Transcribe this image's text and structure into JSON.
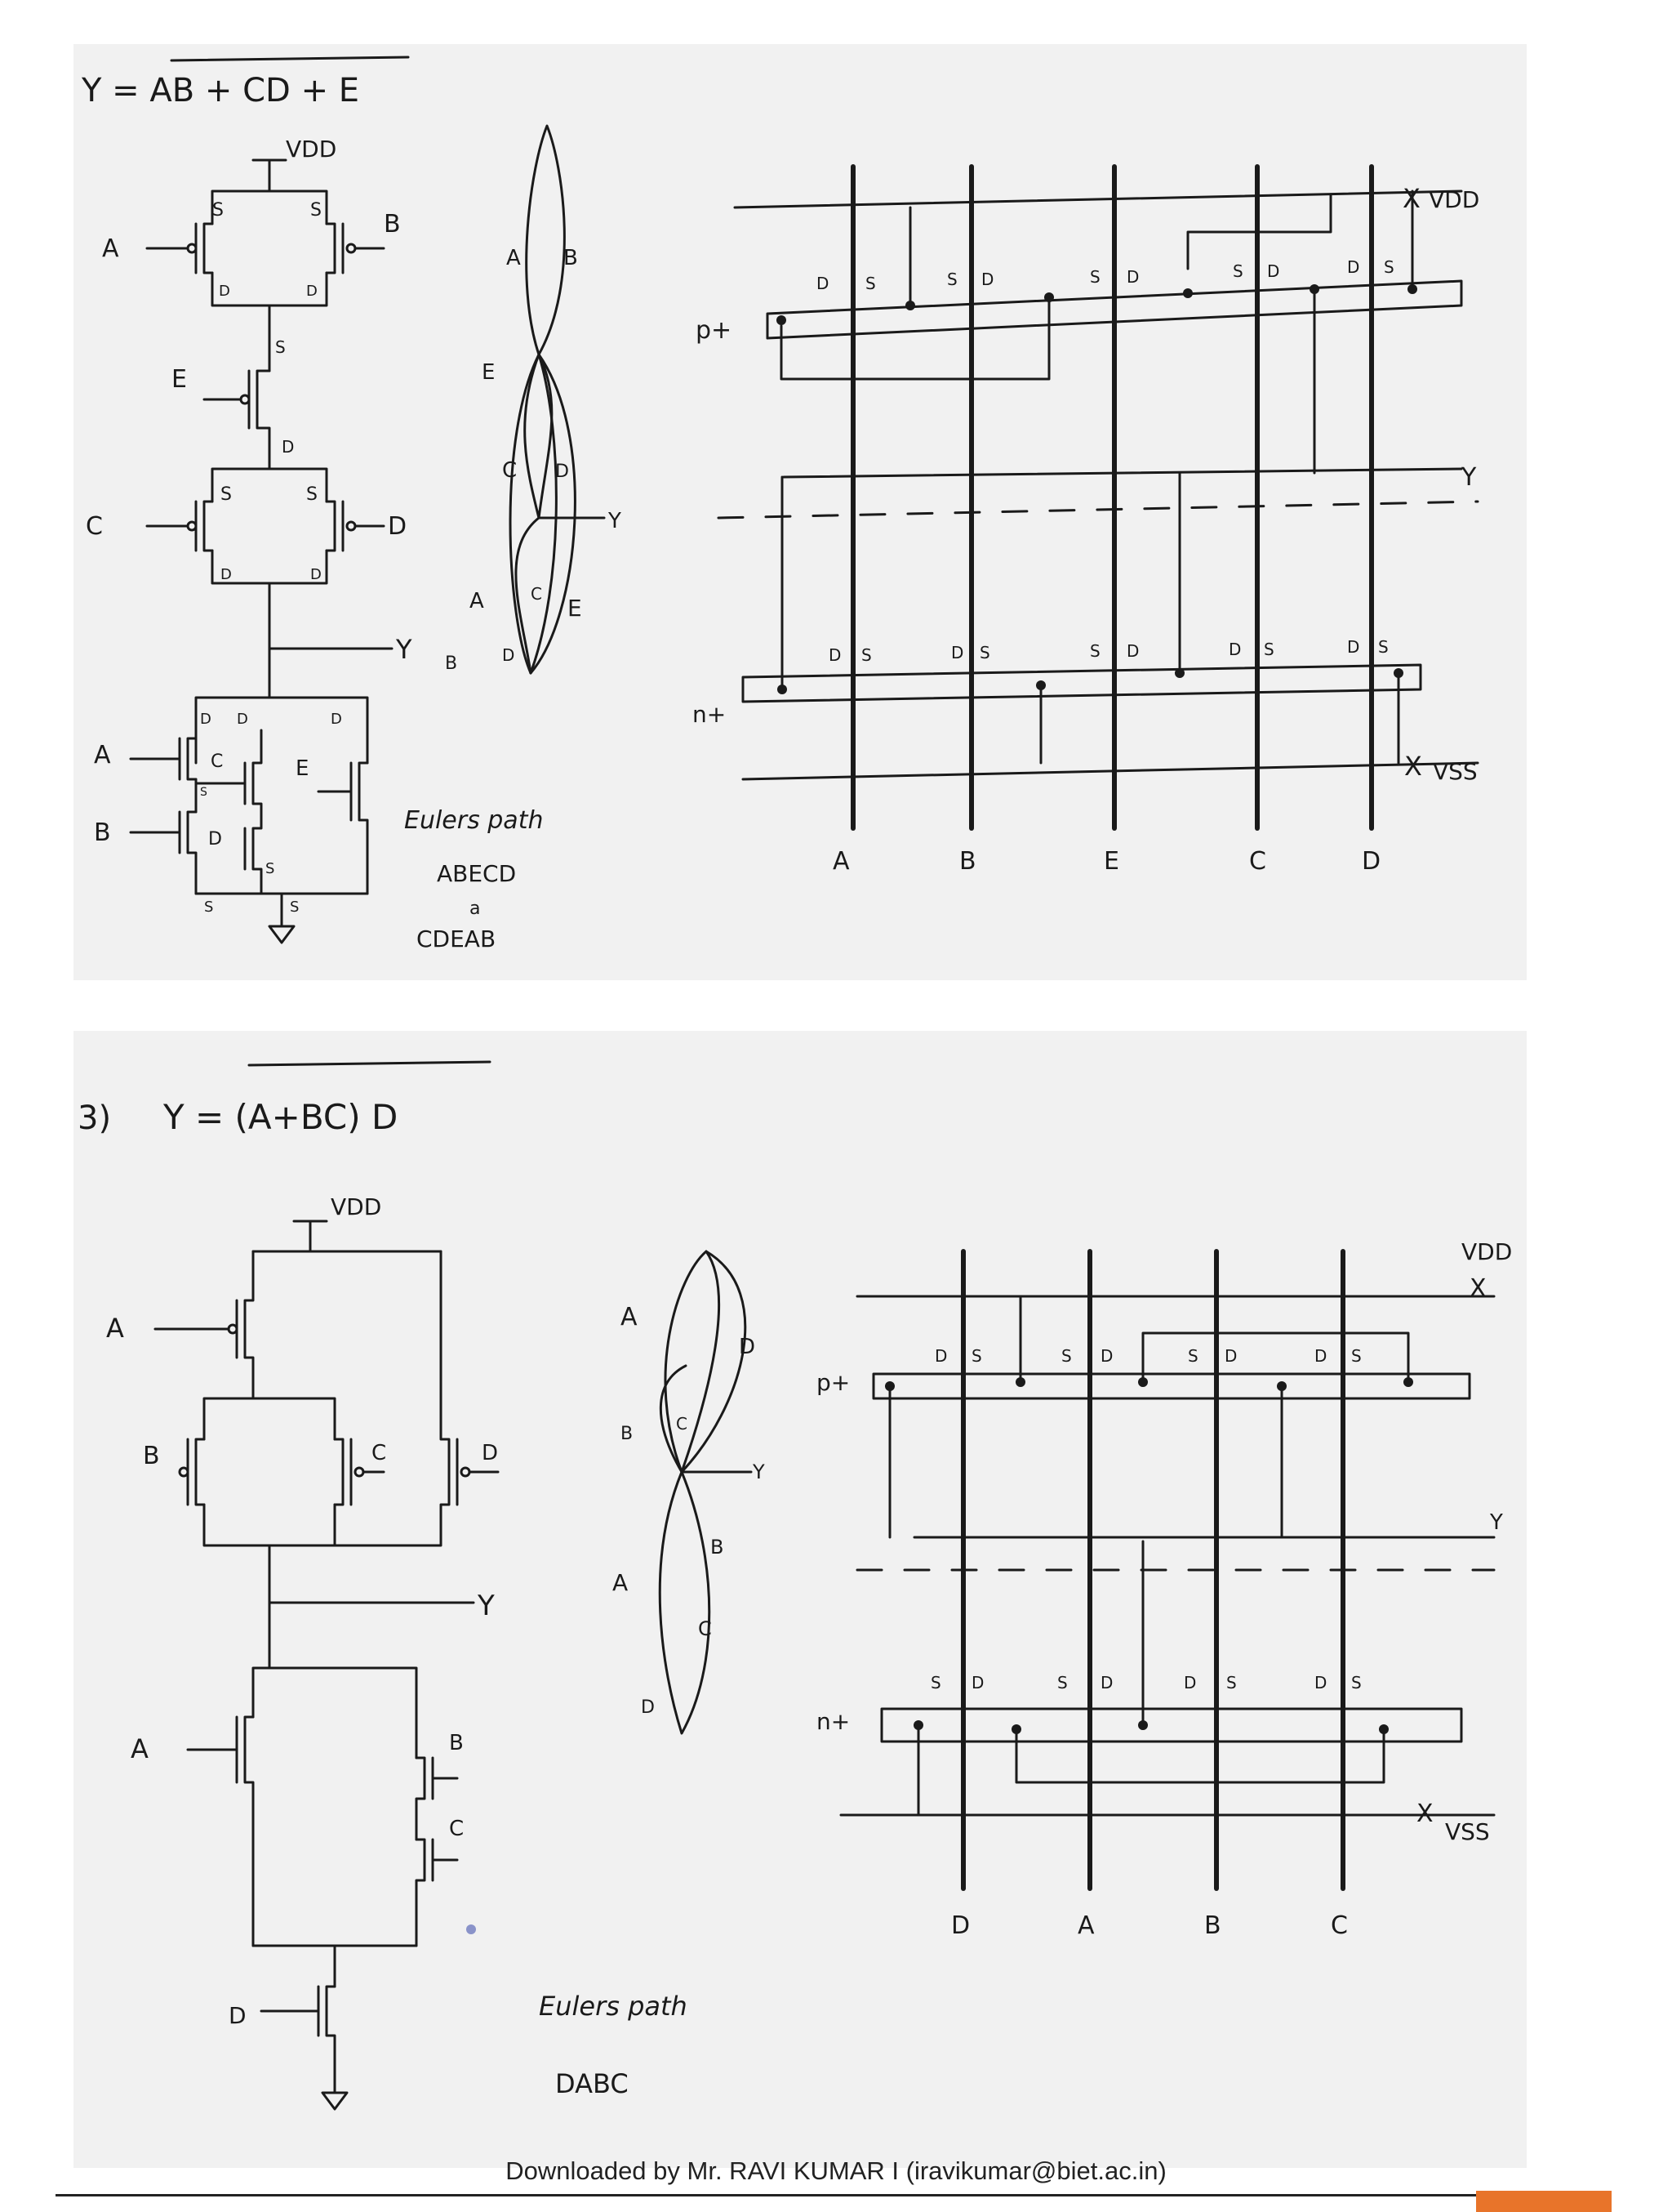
{
  "problem1": {
    "equation": "Y = AB + CD + E",
    "vdd": "VDD",
    "y": "Y",
    "gate_labels": [
      "A",
      "B",
      "E",
      "C",
      "D",
      "A",
      "B",
      "C",
      "D",
      "E"
    ],
    "terminal_labels": [
      "S",
      "S",
      "D",
      "D",
      "S",
      "D",
      "S",
      "S",
      "D",
      "D",
      "D",
      "D",
      "D",
      "S",
      "S",
      "S",
      "S"
    ],
    "graph_labels": [
      "A",
      "B",
      "E",
      "C",
      "D",
      "A",
      "C",
      "E",
      "B",
      "D",
      "Y"
    ],
    "euler_title": "Eulers path",
    "euler_paths": [
      "ABECD",
      "CDEAB"
    ],
    "euler_sep": "a",
    "stick": {
      "vdd": "VDD",
      "vss": "VSS",
      "y": "Y",
      "p_diff": "p+",
      "n_diff": "n+",
      "columns": [
        "A",
        "B",
        "E",
        "C",
        "D"
      ],
      "p_terminals": [
        "D",
        "S",
        "S",
        "D",
        "S",
        "D",
        "S",
        "D",
        "D",
        "S"
      ],
      "n_terminals": [
        "D",
        "S",
        "D",
        "S",
        "S",
        "D",
        "D",
        "S",
        "D",
        "S"
      ]
    }
  },
  "problem2": {
    "number": "3)",
    "equation": "Y = (A+BC) D",
    "vdd": "VDD",
    "y": "Y",
    "gate_labels": [
      "A",
      "B",
      "C",
      "D",
      "A",
      "B",
      "C",
      "D"
    ],
    "graph_labels": [
      "A",
      "D",
      "B",
      "C",
      "Y",
      "A",
      "B",
      "C",
      "D"
    ],
    "euler_title": "Eulers path",
    "euler_path": "DABC",
    "stick": {
      "vdd": "VDD",
      "vss": "VSS",
      "y": "Y",
      "p_diff": "p+",
      "n_diff": "n+",
      "columns": [
        "D",
        "A",
        "B",
        "C"
      ],
      "p_terminals": [
        "D",
        "S",
        "S",
        "D",
        "S",
        "D",
        "D",
        "S"
      ],
      "n_terminals": [
        "S",
        "D",
        "S",
        "D",
        "D",
        "S",
        "D",
        "S"
      ]
    }
  },
  "footer": "Downloaded by Mr. RAVI KUMAR I (iravikumar@biet.ac.in)"
}
